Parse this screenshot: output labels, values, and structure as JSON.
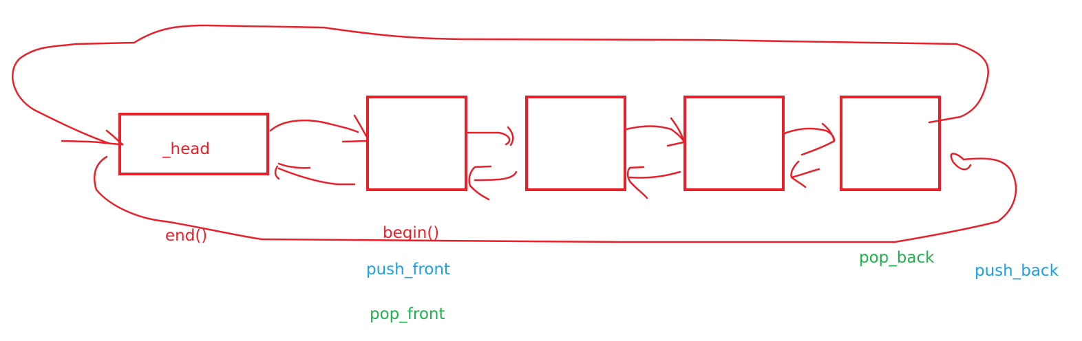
{
  "colors": {
    "ink_red": "#e8202a",
    "push_blue": "#1aa1e6",
    "pop_green": "#22b14c"
  },
  "nodes": {
    "head_label": "_head"
  },
  "labels": {
    "end": "end()",
    "begin": "begin()",
    "push_front": "push_front",
    "pop_front": "pop_front",
    "pop_back": "pop_back",
    "push_back": "push_back"
  }
}
